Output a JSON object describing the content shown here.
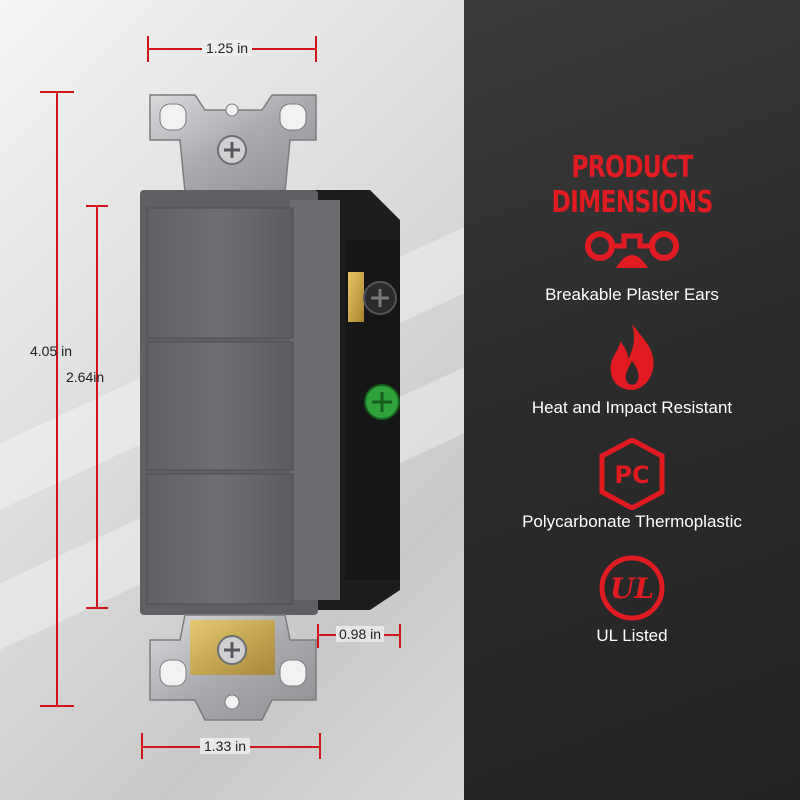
{
  "dimensions": {
    "top_width": "1.25 in",
    "overall_height": "4.05 in",
    "paddle_height": "2.64in",
    "depth": "0.98 in",
    "bottom_width": "1.33 in"
  },
  "panel": {
    "title": "PRODUCT DIMENSIONS",
    "features": [
      {
        "icon": "plaster-ears-icon",
        "label": "Breakable Plaster Ears"
      },
      {
        "icon": "flame-icon",
        "label": "Heat and Impact Resistant"
      },
      {
        "icon": "pc-hexagon-icon",
        "label": "Polycarbonate Thermoplastic"
      },
      {
        "icon": "ul-logo-icon",
        "label": "UL Listed"
      }
    ]
  },
  "colors": {
    "accent": "#e11b22",
    "panel_bg": "#2b2b2b",
    "switch_body": "#6c6d70"
  }
}
